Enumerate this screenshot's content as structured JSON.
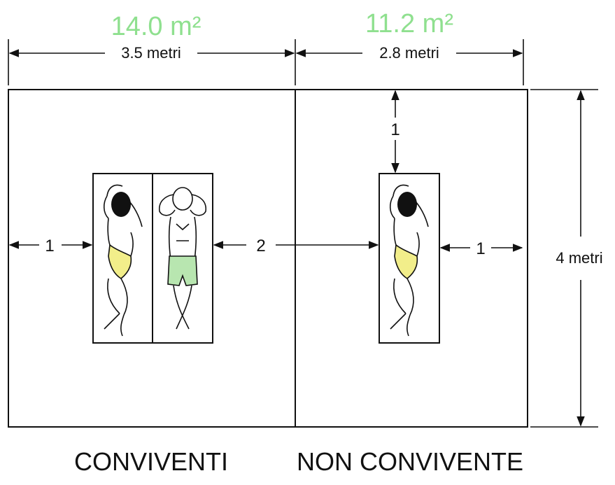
{
  "areas": {
    "left": "14.0 m²",
    "right": "11.2 m²"
  },
  "dimensions": {
    "left_width": "3.5 metri",
    "right_width": "2.8 metri",
    "height": "4 metri"
  },
  "distances": {
    "left_margin": "1",
    "between_groups": "2",
    "right_margin": "1",
    "top_margin": "1"
  },
  "captions": {
    "left": "CONVIVENTI",
    "right": "NON CONVIVENTE"
  },
  "colors": {
    "area_text": "#8fe08f",
    "dot_fill": "#7fe07f",
    "shorts": "#b8e6b0",
    "swimsuit": "#f2ee8a"
  },
  "icons": {
    "woman": "sunbathing-woman-icon",
    "man": "sunbathing-man-icon"
  }
}
